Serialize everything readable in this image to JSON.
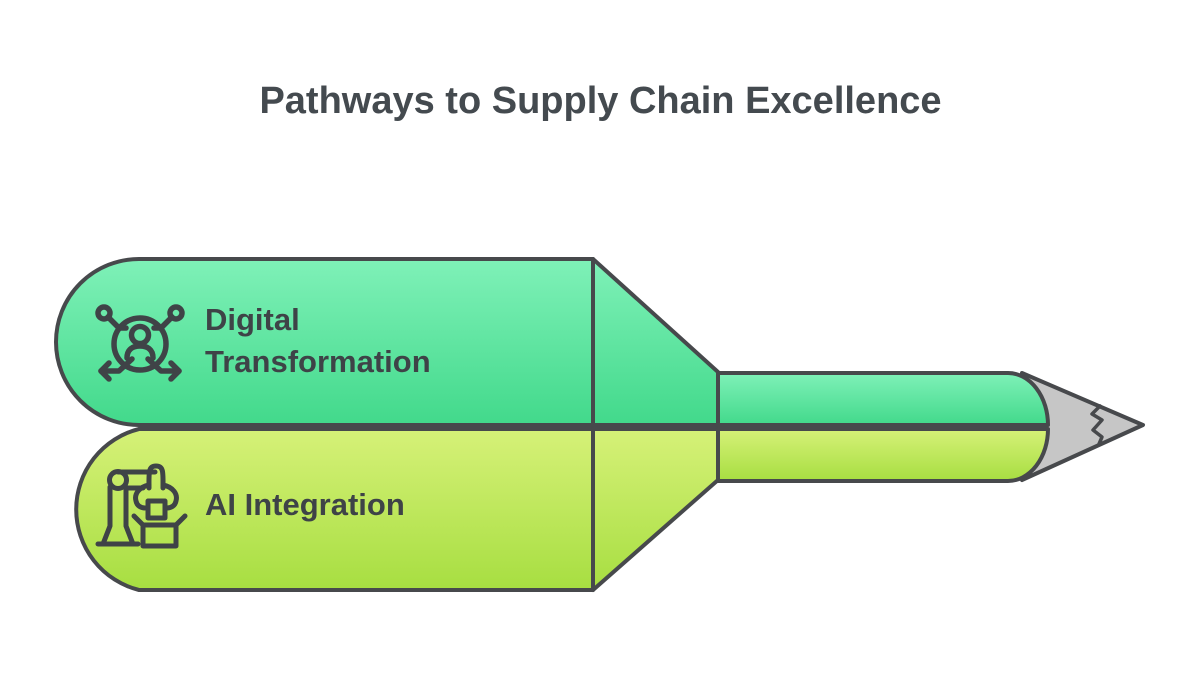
{
  "title": "Pathways to Supply Chain Excellence",
  "banners": [
    {
      "label": "Digital Transformation",
      "label_line1": "Digital",
      "label_line2": "Transformation",
      "icon": "person-network-icon",
      "color_top": "#7FF1B8",
      "color_bottom": "#42D98B"
    },
    {
      "label": "AI Integration",
      "label_line1": "AI Integration",
      "label_line2": "",
      "icon": "robot-arm-icon",
      "color_top": "#D6F178",
      "color_bottom": "#A7DE41"
    }
  ],
  "pencil": {
    "tip_color": "#C6C6C6",
    "outline_color": "#47494C",
    "icon_color": "#3F4347"
  },
  "text_colors": {
    "title": "#444A4F",
    "label": "#3E4347"
  }
}
